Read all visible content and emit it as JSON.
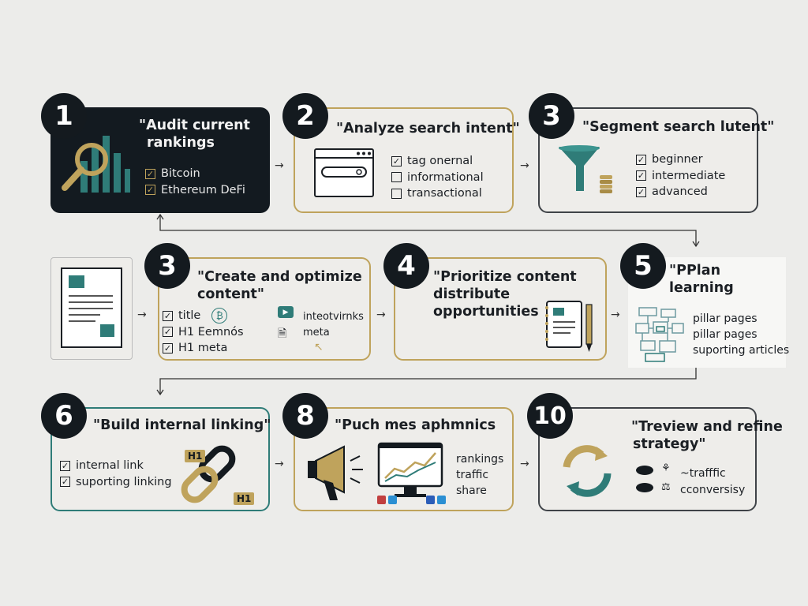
{
  "steps": [
    {
      "num": "1",
      "title": [
        "\"Audit current",
        "rankings"
      ],
      "items": [
        "Bitcoin",
        "Ethereum DeFi"
      ]
    },
    {
      "num": "2",
      "title": [
        "\"Analyze search intent\""
      ],
      "items": [
        "tag onernal",
        "informational",
        "transactional"
      ]
    },
    {
      "num": "3",
      "title": [
        "\"Segment search lutent\""
      ],
      "items": [
        "beginner",
        "intermediate",
        "advanced"
      ]
    },
    {
      "num": "3",
      "title": [
        "\"Create and optimize",
        "content\""
      ],
      "items": [
        "title",
        "H1  Eemnós",
        "H1  meta"
      ],
      "side_items": [
        "inteotvirnks",
        "meta"
      ]
    },
    {
      "num": "4",
      "title": [
        "\"Prioritize content",
        "distribute",
        "opportunities"
      ]
    },
    {
      "num": "5",
      "title": [
        "\"PPlan",
        "learning"
      ],
      "items": [
        "pillar pages",
        "pillar pages",
        "suporting articles"
      ]
    },
    {
      "num": "6",
      "title": [
        "\"Build  internal linking\""
      ],
      "items": [
        "internal link",
        "suporting linking"
      ],
      "badges": [
        "H1",
        "H1"
      ]
    },
    {
      "num": "8",
      "title": [
        "\"Puch mes aphmnics"
      ],
      "items": [
        "rankings",
        "traffic",
        "share"
      ]
    },
    {
      "num": "10",
      "title": [
        "\"Treview and refine",
        "strategy\""
      ],
      "items": [
        "~trafffic",
        "cconversisy"
      ]
    }
  ],
  "colors": {
    "gold": "#bfa35c",
    "teal": "#2f7c78",
    "dark": "#131a20"
  },
  "icons": [
    "magnifier-chart-icon",
    "browser-search-icon",
    "funnel-coins-icon",
    "document-icon",
    "notebook-pencil-icon",
    "sitemap-icon",
    "chain-link-icon",
    "megaphone-icon",
    "monitor-chart-icon",
    "refresh-cycle-icon"
  ]
}
